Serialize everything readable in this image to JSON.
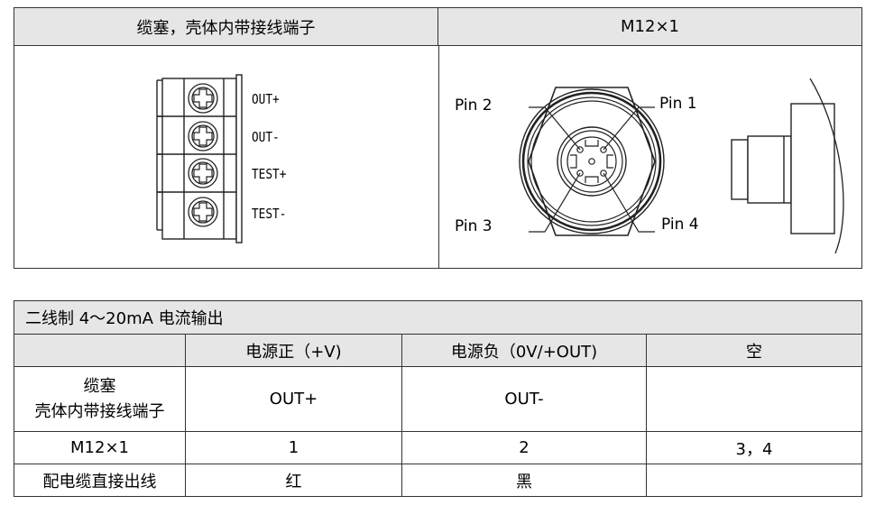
{
  "top_table": {
    "header_left": "缆塞，壳体内带接线端子",
    "header_right": "M12×1",
    "terminal_labels": [
      "OUT+",
      "OUT-",
      "TEST+",
      "TEST-"
    ],
    "pin_labels": {
      "pin1": "Pin 1",
      "pin2": "Pin 2",
      "pin3": "Pin 3",
      "pin4": "Pin 4"
    }
  },
  "bottom_table": {
    "title": "二线制 4～20mA 电流输出",
    "col_headers": [
      "",
      "电源正（+V)",
      "电源负（0V/+OUT)",
      "空"
    ],
    "rows": [
      {
        "label_line1": "缆塞",
        "label_line2": "壳体内带接线端子",
        "c1": "OUT+",
        "c2": "OUT-",
        "c3": ""
      },
      {
        "label": "M12×1",
        "c1": "1",
        "c2": "2",
        "c3": "3，4"
      },
      {
        "label": "配电缆直接出线",
        "c1": "红",
        "c2": "黑",
        "c3": ""
      }
    ]
  }
}
